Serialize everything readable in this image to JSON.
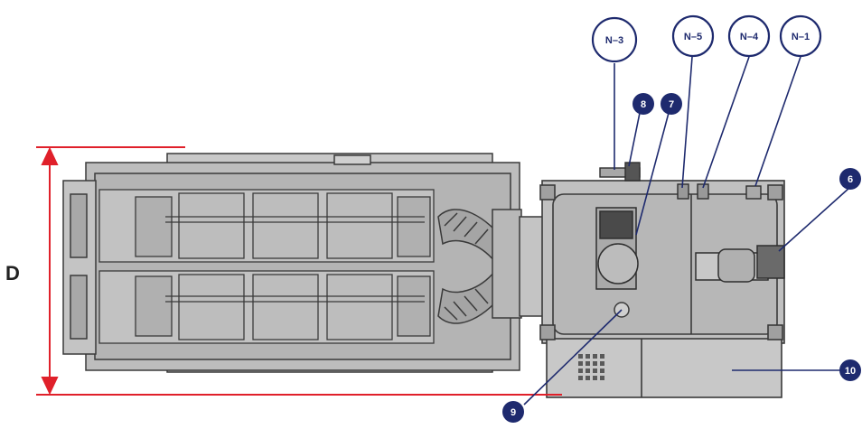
{
  "dimension": {
    "label": "D"
  },
  "nozzles": [
    {
      "id": "n3",
      "label": "N–3"
    },
    {
      "id": "n5",
      "label": "N–5"
    },
    {
      "id": "n4",
      "label": "N–4"
    },
    {
      "id": "n1",
      "label": "N–1"
    }
  ],
  "items": [
    {
      "id": "i8",
      "label": "8"
    },
    {
      "id": "i7",
      "label": "7"
    },
    {
      "id": "i6",
      "label": "6"
    },
    {
      "id": "i9",
      "label": "9"
    },
    {
      "id": "i10",
      "label": "10"
    }
  ],
  "colors": {
    "dimension_line": "#e0202a",
    "callout_navy": "#1e2a6e",
    "machine_body": "#b9b9b9",
    "machine_dark": "#9a9a9a",
    "outline": "#3a3a3a"
  }
}
